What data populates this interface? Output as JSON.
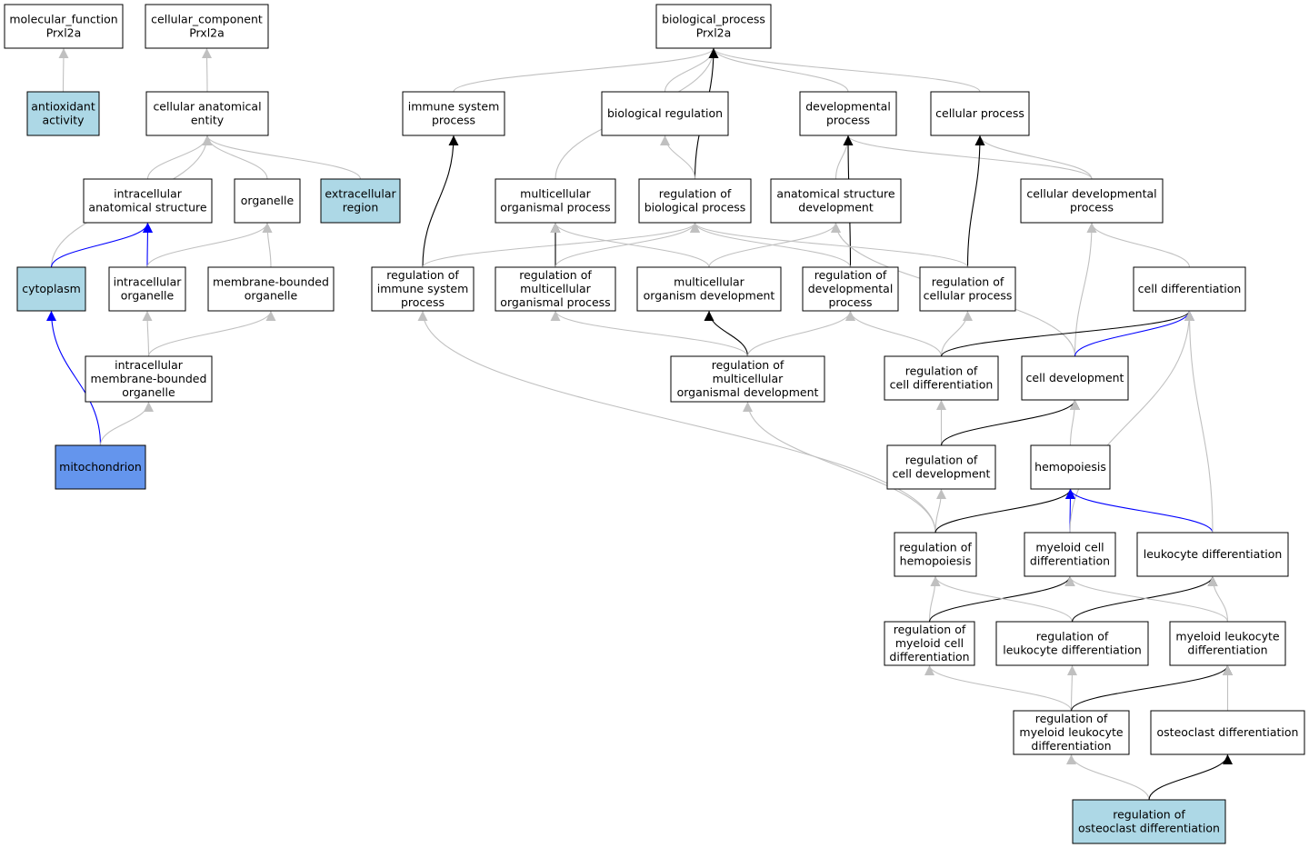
{
  "colors": {
    "default_fill": "#ffffff",
    "highlight_fill": "#add8e6",
    "focus_fill": "#6495ed",
    "edge_grey": "#c0c0c0",
    "edge_black": "#000000",
    "edge_blue": "#0000ff"
  },
  "nodes": [
    {
      "id": "mf",
      "lines": [
        "molecular_function",
        "Prxl2a"
      ],
      "fill": "default"
    },
    {
      "id": "cc",
      "lines": [
        "cellular_component",
        "Prxl2a"
      ],
      "fill": "default"
    },
    {
      "id": "bp",
      "lines": [
        "biological_process",
        "Prxl2a"
      ],
      "fill": "default"
    },
    {
      "id": "antiox",
      "lines": [
        "antioxidant",
        "activity"
      ],
      "fill": "highlight"
    },
    {
      "id": "cae",
      "lines": [
        "cellular anatomical",
        "entity"
      ],
      "fill": "default"
    },
    {
      "id": "isp",
      "lines": [
        "immune system",
        "process"
      ],
      "fill": "default"
    },
    {
      "id": "breg",
      "lines": [
        "biological regulation"
      ],
      "fill": "default"
    },
    {
      "id": "devp",
      "lines": [
        "developmental",
        "process"
      ],
      "fill": "default"
    },
    {
      "id": "cellp",
      "lines": [
        "cellular process"
      ],
      "fill": "default"
    },
    {
      "id": "ias",
      "lines": [
        "intracellular",
        "anatomical structure"
      ],
      "fill": "default"
    },
    {
      "id": "org",
      "lines": [
        "organelle"
      ],
      "fill": "default"
    },
    {
      "id": "extr",
      "lines": [
        "extracellular",
        "region"
      ],
      "fill": "highlight"
    },
    {
      "id": "mop",
      "lines": [
        "multicellular",
        "organismal process"
      ],
      "fill": "default"
    },
    {
      "id": "rbp",
      "lines": [
        "regulation of",
        "biological process"
      ],
      "fill": "default"
    },
    {
      "id": "asd",
      "lines": [
        "anatomical structure",
        "development"
      ],
      "fill": "default"
    },
    {
      "id": "cdp",
      "lines": [
        "cellular developmental",
        "process"
      ],
      "fill": "default"
    },
    {
      "id": "cyto",
      "lines": [
        "cytoplasm"
      ],
      "fill": "highlight"
    },
    {
      "id": "iorg",
      "lines": [
        "intracellular",
        "organelle"
      ],
      "fill": "default"
    },
    {
      "id": "mbo",
      "lines": [
        "membrane-bounded",
        "organelle"
      ],
      "fill": "default"
    },
    {
      "id": "risp",
      "lines": [
        "regulation of",
        "immune system",
        "process"
      ],
      "fill": "default"
    },
    {
      "id": "rmop",
      "lines": [
        "regulation of",
        "multicellular",
        "organismal process"
      ],
      "fill": "default"
    },
    {
      "id": "mod",
      "lines": [
        "multicellular",
        "organism development"
      ],
      "fill": "default"
    },
    {
      "id": "rdp",
      "lines": [
        "regulation of",
        "developmental",
        "process"
      ],
      "fill": "default"
    },
    {
      "id": "rcp",
      "lines": [
        "regulation of",
        "cellular process"
      ],
      "fill": "default"
    },
    {
      "id": "cdiff",
      "lines": [
        "cell differentiation"
      ],
      "fill": "default"
    },
    {
      "id": "imbo",
      "lines": [
        "intracellular",
        "membrane-bounded",
        "organelle"
      ],
      "fill": "default"
    },
    {
      "id": "rmod",
      "lines": [
        "regulation of",
        "multicellular",
        "organismal development"
      ],
      "fill": "default"
    },
    {
      "id": "rcd",
      "lines": [
        "regulation of",
        "cell differentiation"
      ],
      "fill": "default"
    },
    {
      "id": "cdev",
      "lines": [
        "cell development"
      ],
      "fill": "default"
    },
    {
      "id": "mito",
      "lines": [
        "mitochondrion"
      ],
      "fill": "focus"
    },
    {
      "id": "rcdev",
      "lines": [
        "regulation of",
        "cell development"
      ],
      "fill": "default"
    },
    {
      "id": "hemo",
      "lines": [
        "hemopoiesis"
      ],
      "fill": "default"
    },
    {
      "id": "rhemo",
      "lines": [
        "regulation of",
        "hemopoiesis"
      ],
      "fill": "default"
    },
    {
      "id": "mcd",
      "lines": [
        "myeloid cell",
        "differentiation"
      ],
      "fill": "default"
    },
    {
      "id": "ld",
      "lines": [
        "leukocyte differentiation"
      ],
      "fill": "default"
    },
    {
      "id": "rmcd",
      "lines": [
        "regulation of",
        "myeloid cell",
        "differentiation"
      ],
      "fill": "default"
    },
    {
      "id": "rld",
      "lines": [
        "regulation of",
        "leukocyte differentiation"
      ],
      "fill": "default"
    },
    {
      "id": "mld",
      "lines": [
        "myeloid leukocyte",
        "differentiation"
      ],
      "fill": "default"
    },
    {
      "id": "rmld",
      "lines": [
        "regulation of",
        "myeloid leukocyte",
        "differentiation"
      ],
      "fill": "default"
    },
    {
      "id": "od",
      "lines": [
        "osteoclast differentiation"
      ],
      "fill": "default"
    },
    {
      "id": "rod",
      "lines": [
        "regulation of",
        "osteoclast differentiation"
      ],
      "fill": "highlight"
    }
  ],
  "edges": [
    {
      "from": "antiox",
      "to": "mf",
      "type": "grey"
    },
    {
      "from": "cae",
      "to": "cc",
      "type": "grey"
    },
    {
      "from": "isp",
      "to": "bp",
      "type": "grey"
    },
    {
      "from": "breg",
      "to": "bp",
      "type": "grey"
    },
    {
      "from": "devp",
      "to": "bp",
      "type": "grey"
    },
    {
      "from": "cellp",
      "to": "bp",
      "type": "grey"
    },
    {
      "from": "mop",
      "to": "bp",
      "type": "grey"
    },
    {
      "from": "rbp",
      "to": "bp",
      "type": "black"
    },
    {
      "from": "ias",
      "to": "cae",
      "type": "grey"
    },
    {
      "from": "org",
      "to": "cae",
      "type": "grey"
    },
    {
      "from": "extr",
      "to": "cae",
      "type": "grey"
    },
    {
      "from": "cyto",
      "to": "cae",
      "type": "grey"
    },
    {
      "from": "rbp",
      "to": "breg",
      "type": "grey"
    },
    {
      "from": "asd",
      "to": "devp",
      "type": "grey"
    },
    {
      "from": "cdp",
      "to": "devp",
      "type": "grey"
    },
    {
      "from": "rdp",
      "to": "devp",
      "type": "black"
    },
    {
      "from": "cdp",
      "to": "cellp",
      "type": "grey"
    },
    {
      "from": "rcp",
      "to": "cellp",
      "type": "black"
    },
    {
      "from": "cyto",
      "to": "ias",
      "type": "blue"
    },
    {
      "from": "iorg",
      "to": "ias",
      "type": "blue"
    },
    {
      "from": "iorg",
      "to": "org",
      "type": "grey"
    },
    {
      "from": "mbo",
      "to": "org",
      "type": "grey"
    },
    {
      "from": "risp",
      "to": "isp",
      "type": "black"
    },
    {
      "from": "risp",
      "to": "rbp",
      "type": "grey"
    },
    {
      "from": "rmop",
      "to": "mop",
      "type": "black"
    },
    {
      "from": "rmop",
      "to": "rbp",
      "type": "grey"
    },
    {
      "from": "mod",
      "to": "mop",
      "type": "grey"
    },
    {
      "from": "mod",
      "to": "asd",
      "type": "grey"
    },
    {
      "from": "rdp",
      "to": "rbp",
      "type": "grey"
    },
    {
      "from": "rcp",
      "to": "rbp",
      "type": "grey"
    },
    {
      "from": "cdev",
      "to": "asd",
      "type": "grey"
    },
    {
      "from": "cdev",
      "to": "cdp",
      "type": "grey"
    },
    {
      "from": "cdiff",
      "to": "cdp",
      "type": "grey"
    },
    {
      "from": "imbo",
      "to": "iorg",
      "type": "grey"
    },
    {
      "from": "imbo",
      "to": "mbo",
      "type": "grey"
    },
    {
      "from": "mito",
      "to": "cyto",
      "type": "blue"
    },
    {
      "from": "mito",
      "to": "imbo",
      "type": "grey"
    },
    {
      "from": "rmod",
      "to": "rmop",
      "type": "grey"
    },
    {
      "from": "rmod",
      "to": "mod",
      "type": "black"
    },
    {
      "from": "rmod",
      "to": "rdp",
      "type": "grey"
    },
    {
      "from": "rcd",
      "to": "rdp",
      "type": "grey"
    },
    {
      "from": "rcd",
      "to": "rcp",
      "type": "grey"
    },
    {
      "from": "rcd",
      "to": "cdiff",
      "type": "black"
    },
    {
      "from": "cdev",
      "to": "cdiff",
      "type": "blue"
    },
    {
      "from": "rcdev",
      "to": "rcd",
      "type": "grey"
    },
    {
      "from": "rcdev",
      "to": "cdev",
      "type": "black"
    },
    {
      "from": "hemo",
      "to": "cdev",
      "type": "grey"
    },
    {
      "from": "rhemo",
      "to": "risp",
      "type": "grey"
    },
    {
      "from": "rhemo",
      "to": "rmod",
      "type": "grey"
    },
    {
      "from": "rhemo",
      "to": "rcdev",
      "type": "grey"
    },
    {
      "from": "rhemo",
      "to": "hemo",
      "type": "black"
    },
    {
      "from": "mcd",
      "to": "hemo",
      "type": "blue"
    },
    {
      "from": "mcd",
      "to": "cdiff",
      "type": "grey"
    },
    {
      "from": "ld",
      "to": "hemo",
      "type": "blue"
    },
    {
      "from": "ld",
      "to": "cdiff",
      "type": "grey"
    },
    {
      "from": "rmcd",
      "to": "rhemo",
      "type": "grey"
    },
    {
      "from": "rmcd",
      "to": "mcd",
      "type": "black"
    },
    {
      "from": "rld",
      "to": "rhemo",
      "type": "grey"
    },
    {
      "from": "rld",
      "to": "ld",
      "type": "black"
    },
    {
      "from": "mld",
      "to": "mcd",
      "type": "grey"
    },
    {
      "from": "mld",
      "to": "ld",
      "type": "grey"
    },
    {
      "from": "rmld",
      "to": "rmcd",
      "type": "grey"
    },
    {
      "from": "rmld",
      "to": "rld",
      "type": "grey"
    },
    {
      "from": "rmld",
      "to": "mld",
      "type": "black"
    },
    {
      "from": "od",
      "to": "mld",
      "type": "grey"
    },
    {
      "from": "rod",
      "to": "rmld",
      "type": "grey"
    },
    {
      "from": "rod",
      "to": "od",
      "type": "black"
    }
  ]
}
